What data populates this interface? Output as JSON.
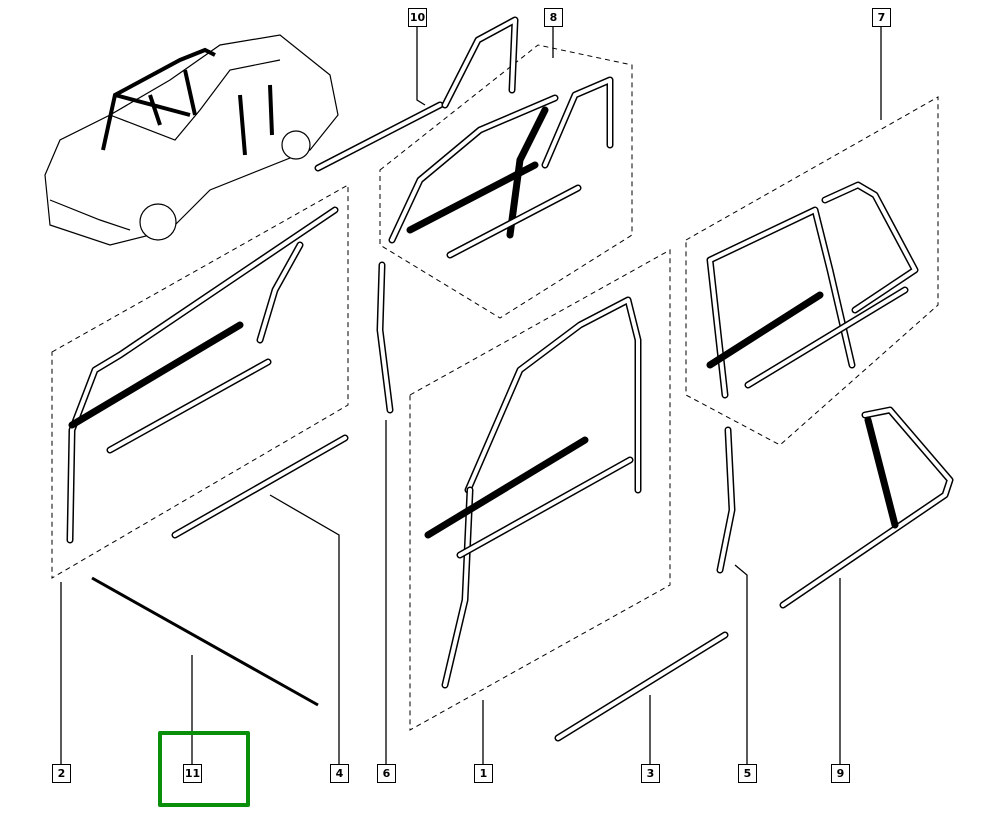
{
  "diagram": {
    "highlight_color": "#0a8f0a",
    "highlighted_part": "11",
    "callouts": [
      "10",
      "8",
      "7",
      "2",
      "11",
      "4",
      "6",
      "1",
      "3",
      "5",
      "9"
    ]
  }
}
